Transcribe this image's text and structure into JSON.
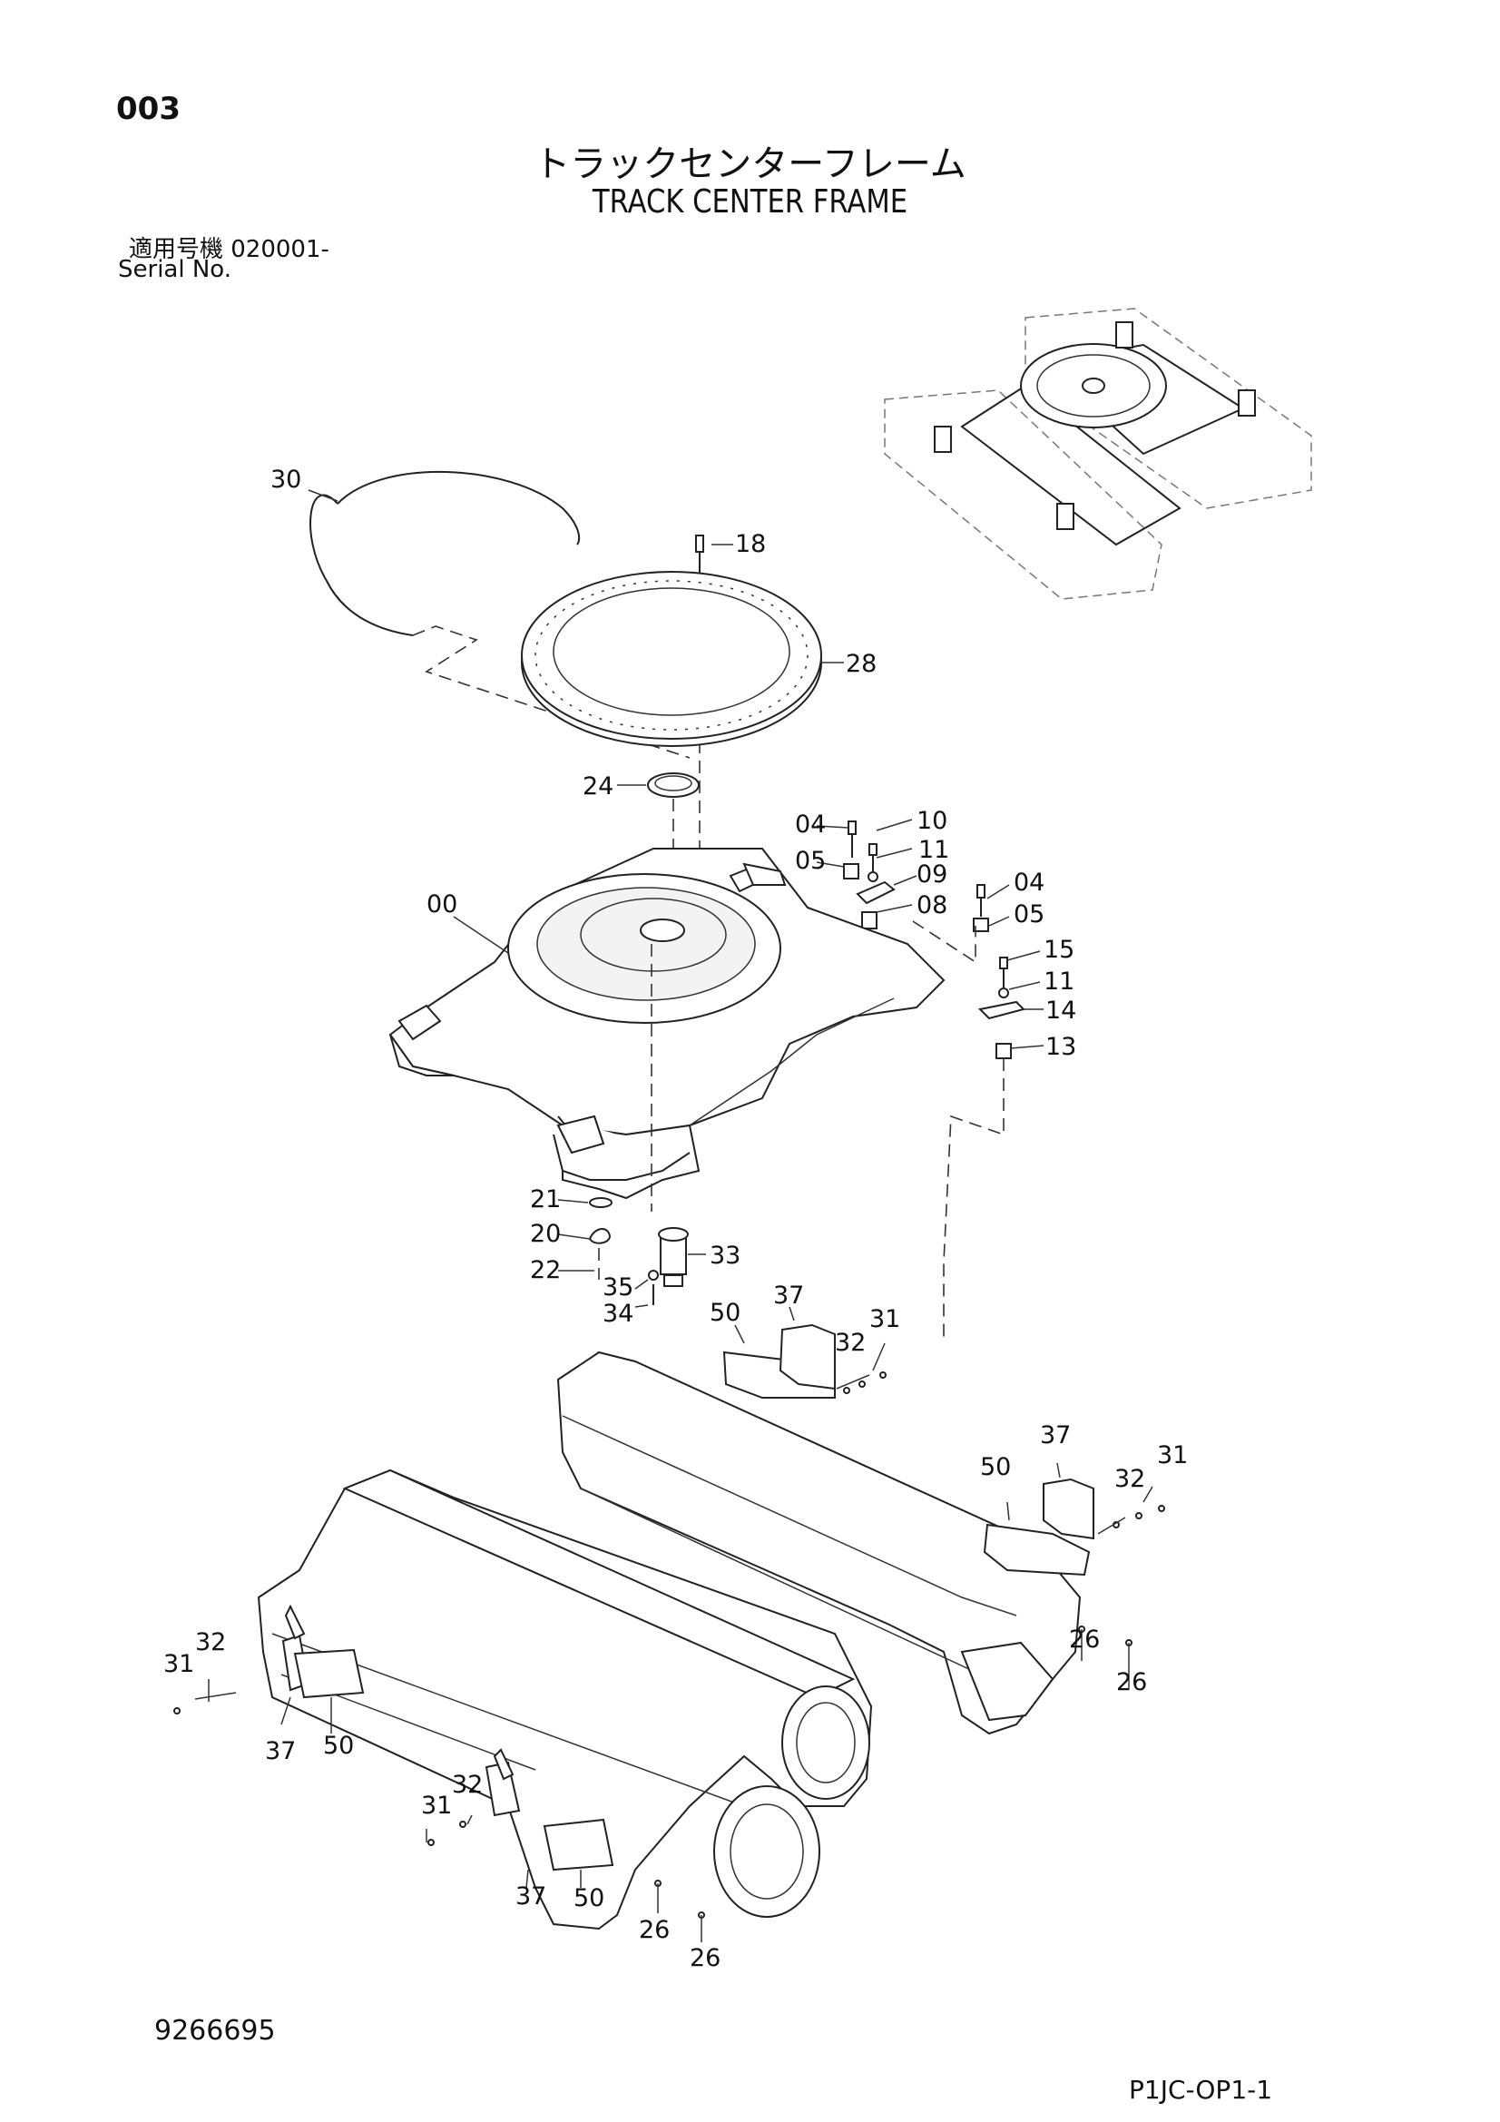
{
  "header": {
    "page_number": "003",
    "title_jp": "トラックセンターフレーム",
    "title_en": "TRACK CENTER FRAME",
    "serial_label_jp": "適用号機 020001-",
    "serial_label_en": "Serial No."
  },
  "footer": {
    "drawing_number": "9266695",
    "page_code": "P1JC-OP1-1"
  },
  "callouts": {
    "c30": "30",
    "c18": "18",
    "c28": "28",
    "c24": "24",
    "c04a": "04",
    "c10": "10",
    "c11a": "11",
    "c05a": "05",
    "c09": "09",
    "c08": "08",
    "c04b": "04",
    "c05b": "05",
    "c15": "15",
    "c11b": "11",
    "c14": "14",
    "c13": "13",
    "c00": "00",
    "c21": "21",
    "c20": "20",
    "c22": "22",
    "c35": "35",
    "c33": "33",
    "c34": "34",
    "c50a": "50",
    "c37a": "37",
    "c32a": "32",
    "c31a": "31",
    "c50b": "50",
    "c37b": "37",
    "c32b": "32",
    "c31b": "31",
    "c26a": "26",
    "c26b": "26",
    "c31c": "31",
    "c32c": "32",
    "c37c": "37",
    "c50c": "50",
    "c31d": "31",
    "c32d": "32",
    "c37d": "37",
    "c50d": "50",
    "c26c": "26",
    "c26d": "26"
  }
}
